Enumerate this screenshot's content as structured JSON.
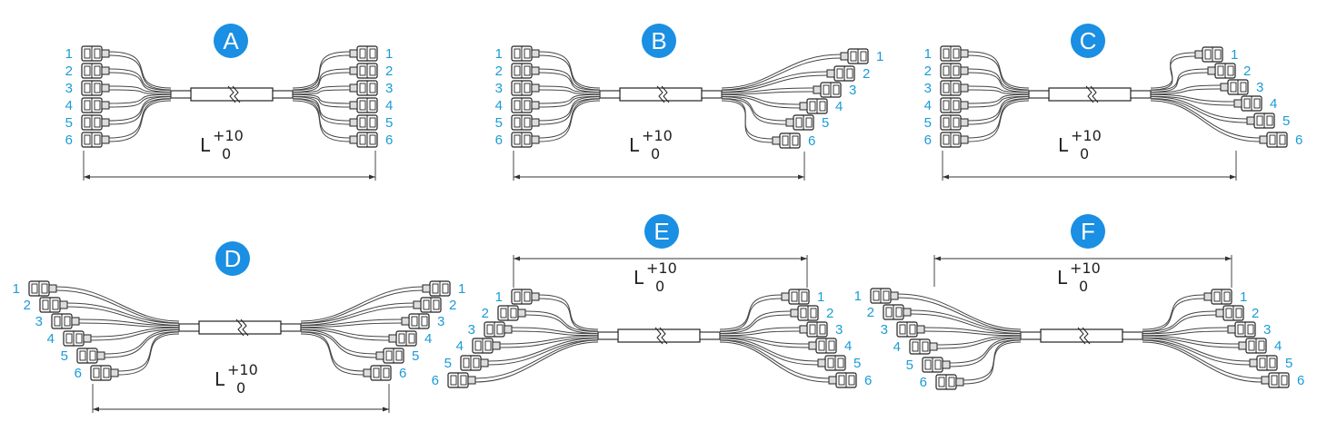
{
  "badge_color": "#1a8fe3",
  "number_color": "#1a9bd7",
  "connector_icon": "duplex-lc-connector-icon",
  "dimension": {
    "length_symbol": "L",
    "upper_tolerance": "+10",
    "lower_tolerance": "0"
  },
  "diagrams": [
    {
      "label": "A",
      "left_numbers": [
        "1",
        "2",
        "3",
        "4",
        "5",
        "6"
      ],
      "right_numbers": [
        "1",
        "2",
        "3",
        "4",
        "5",
        "6"
      ]
    },
    {
      "label": "B",
      "left_numbers": [
        "1",
        "2",
        "3",
        "4",
        "5",
        "6"
      ],
      "right_numbers": [
        "1",
        "2",
        "3",
        "4",
        "5",
        "6"
      ]
    },
    {
      "label": "C",
      "left_numbers": [
        "1",
        "2",
        "3",
        "4",
        "5",
        "6"
      ],
      "right_numbers": [
        "1",
        "2",
        "3",
        "4",
        "5",
        "6"
      ]
    },
    {
      "label": "D",
      "left_numbers": [
        "1",
        "2",
        "3",
        "4",
        "5",
        "6"
      ],
      "right_numbers": [
        "1",
        "2",
        "3",
        "4",
        "5",
        "6"
      ]
    },
    {
      "label": "E",
      "left_numbers": [
        "1",
        "2",
        "3",
        "4",
        "5",
        "6"
      ],
      "right_numbers": [
        "1",
        "2",
        "3",
        "4",
        "5",
        "6"
      ]
    },
    {
      "label": "F",
      "left_numbers": [
        "1",
        "2",
        "3",
        "4",
        "5",
        "6"
      ],
      "right_numbers": [
        "1",
        "2",
        "3",
        "4",
        "5",
        "6"
      ]
    }
  ]
}
